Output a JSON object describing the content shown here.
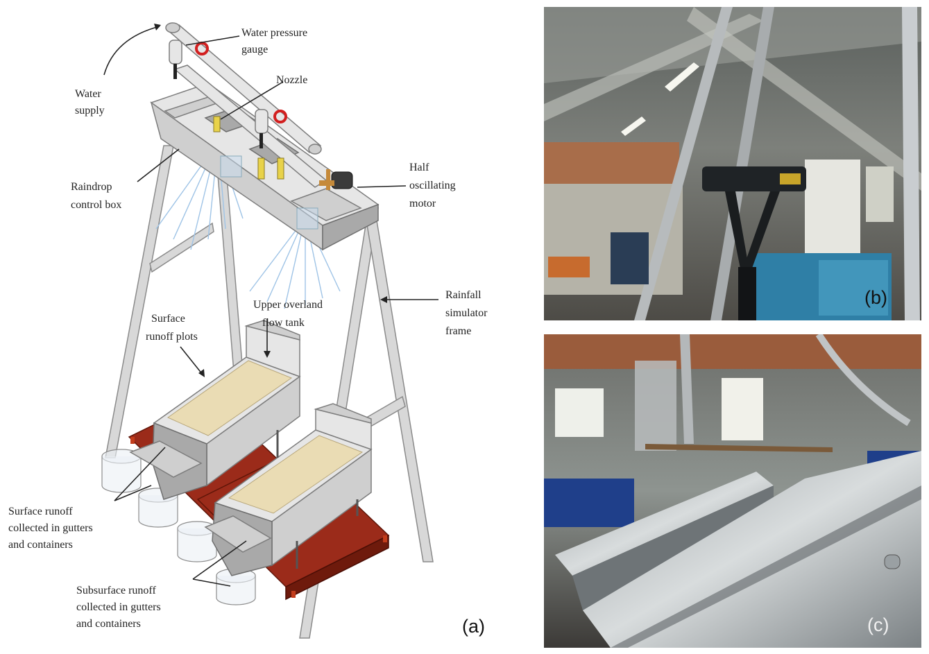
{
  "labels": {
    "water_pressure_gauge_1": "Water pressure",
    "water_pressure_gauge_2": "gauge",
    "nozzle": "Nozzle",
    "water_supply_1": "Water",
    "water_supply_2": "supply",
    "half_oscillating_1": "Half",
    "half_oscillating_2": "oscillating",
    "half_oscillating_3": "motor",
    "raindrop_box_1": "Raindrop",
    "raindrop_box_2": "control box",
    "rainfall_frame_1": "Rainfall",
    "rainfall_frame_2": "simulator",
    "rainfall_frame_3": "frame",
    "upper_tank_1": "Upper overland",
    "upper_tank_2": "flow tank",
    "surface_plots_1": "Surface",
    "surface_plots_2": "runoff plots",
    "surface_collect_1": "Surface runoff",
    "surface_collect_2": "collected in gutters",
    "surface_collect_3": "and containers",
    "subsurface_collect_1": "Subsurface runoff",
    "subsurface_collect_2": "collected in gutters",
    "subsurface_collect_3": "and containers"
  },
  "panels": {
    "a": "(a)",
    "b": "(b)",
    "c": "(c)"
  },
  "colors": {
    "base_red": "#9b2b1a",
    "gauge_red": "#d21f1f",
    "spray_blue": "#9ec3e6",
    "soil": "#eadcb4"
  }
}
